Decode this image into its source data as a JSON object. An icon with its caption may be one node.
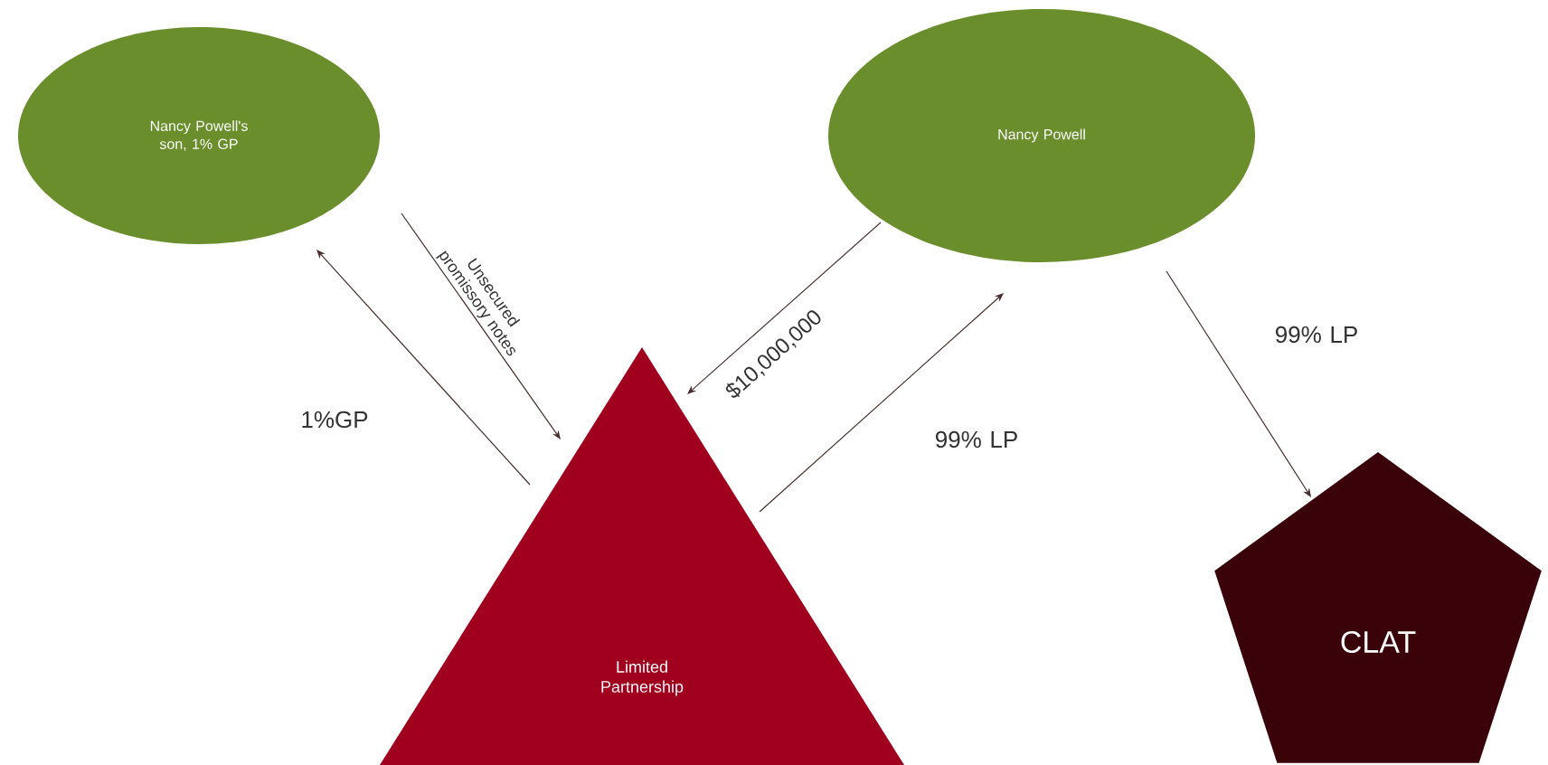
{
  "diagram": {
    "nodes": [
      {
        "text": [
          "Nancy Powell's son, 1% GP"
        ]
      },
      {
        "text": [
          "Nancy Powell"
        ]
      },
      {
        "text": [
          "Limited Partnership"
        ]
      },
      {
        "text": [
          "CLAT"
        ]
      }
    ],
    "edges": [
      {
        "from": 2,
        "to": 0,
        "arrow": "to",
        "label": "1%GP"
      },
      {
        "from": 0,
        "to": 2,
        "arrow": "to",
        "label": "Unsecured promissory notes"
      },
      {
        "from": 1,
        "to": 2,
        "arrow": "to",
        "label": "$10,000,000"
      },
      {
        "from": 2,
        "to": 1,
        "arrow": "to",
        "label": "99% LP"
      },
      {
        "from": 1,
        "to": 3,
        "arrow": "to",
        "label": "99% LP"
      }
    ]
  }
}
